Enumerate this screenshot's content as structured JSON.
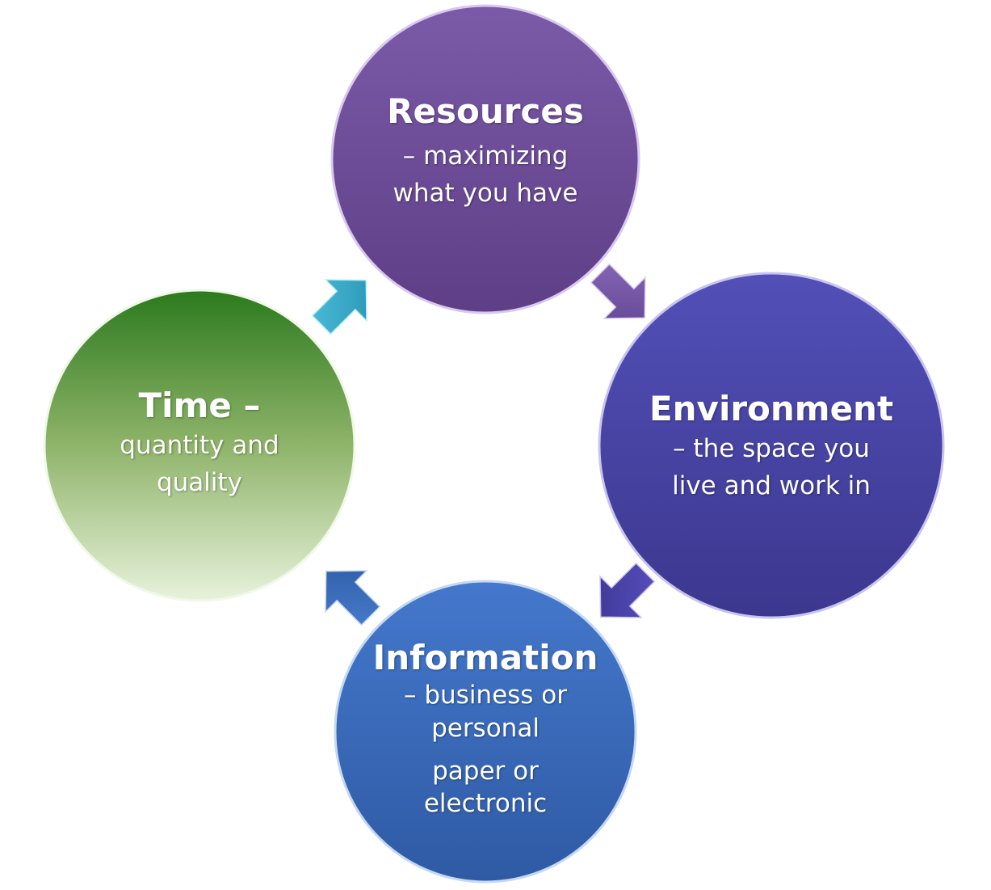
{
  "nodes": {
    "resources": {
      "title": "Resources",
      "line1": "– maximizing",
      "line2": "what you have",
      "color": "#6a4a92"
    },
    "environment": {
      "title": "Environment",
      "line1": "– the space you",
      "line2": "live and work in",
      "color": "#45409e"
    },
    "information": {
      "title": "Information",
      "line1": "– business or",
      "line2": "personal",
      "line3": "paper or",
      "line4": "electronic",
      "color": "#3c6cbf"
    },
    "time": {
      "title": "Time –",
      "line1": "quantity and",
      "line2": "quality",
      "color": "#3f8a2a"
    }
  }
}
